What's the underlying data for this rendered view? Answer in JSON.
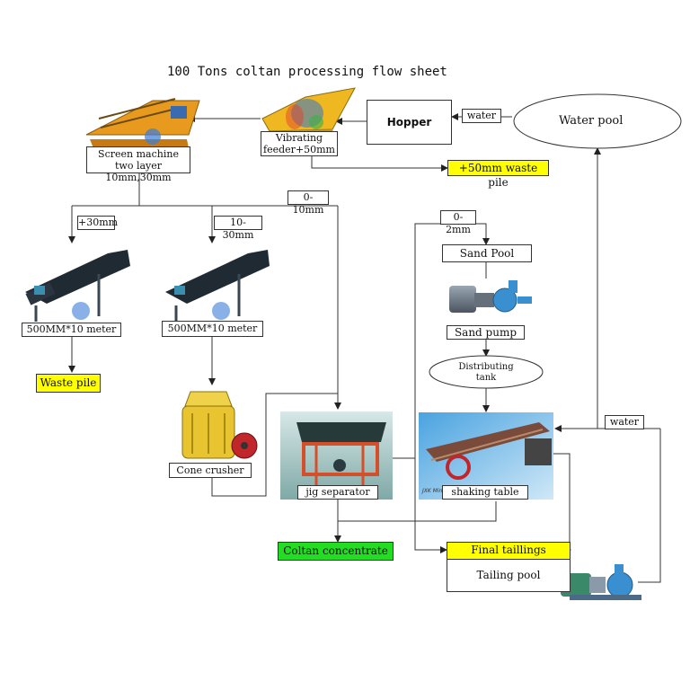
{
  "title": "100 Tons coltan processing flow sheet",
  "nodes": {
    "screen_machine": "Screen machine\ntwo layer 10mm,30mm",
    "vibrating_feeder": "Vibrating\nfeeder+50mm",
    "hopper": "Hopper",
    "water_pool": "Water pool",
    "waste_pile_50": "+50mm waste pile",
    "belt_conveyor_1": "500MM*10 meter",
    "belt_conveyor_2": "500MM*10 meter",
    "waste_pile": "Waste pile",
    "cone_crusher": "Cone crusher",
    "jig_separator": "jig separator",
    "sand_pool": "Sand Pool",
    "sand_pump": "Sand pump",
    "distributing_tank": "Distributing\ntank",
    "shaking_table": "shaking table",
    "coltan_concentrate": "Coltan concentrate",
    "final_tailings": "Final taillings",
    "tailing_pool": "Tailing pool"
  },
  "edge_labels": {
    "water_to_hopper": "water",
    "plus30": "+30mm",
    "range_10_30": "10-30mm",
    "range_0_10": "0-10mm",
    "range_0_2": "0-2mm",
    "water_to_table": "water"
  },
  "colors": {
    "highlight_yellow": "#ffff00",
    "highlight_green": "#22dd22",
    "line": "#333333"
  }
}
